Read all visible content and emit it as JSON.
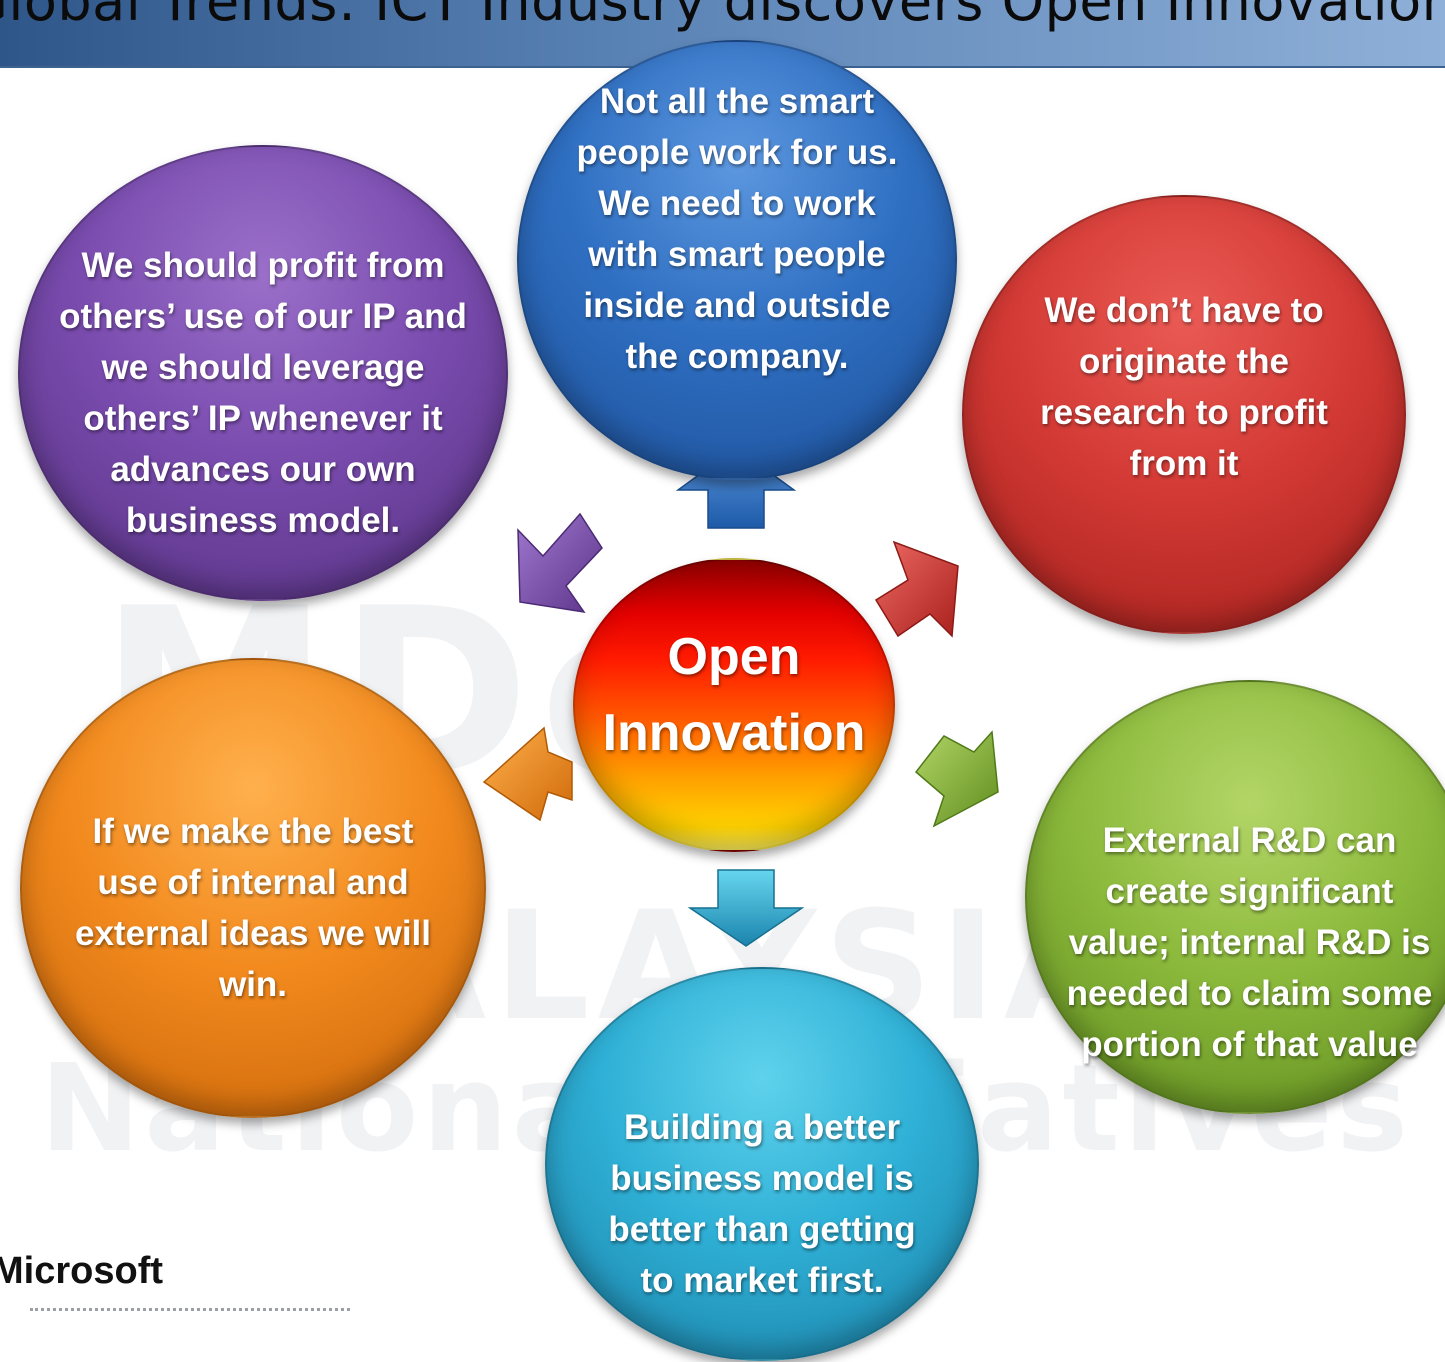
{
  "header": {
    "title": "Global Trends: ICT Industry discovers Open Innovation"
  },
  "watermark": {
    "big": "MDeC",
    "mid": "ALAYSIA",
    "sub": "National Initiatives"
  },
  "center": {
    "label_line1": "Open",
    "label_line2": "Innovation"
  },
  "principles": {
    "top": "Not all the smart people work for us. We need to work with smart people inside and outside the company.",
    "left": "We should profit from others’ use of our IP and we should leverage others’ IP whenever it advances our own business model.",
    "right": "We don’t have to originate the research to profit from it",
    "orange": "If we make the best use of internal and external ideas we will win.",
    "green": "External R&D can create significant value; internal R&D is needed to claim some portion of that value",
    "bottom": "Building a better business model is better  than getting to market first."
  },
  "footer": {
    "source": "Microsoft"
  },
  "colors": {
    "blue": "#2f6fc2",
    "purple": "#7a4caf",
    "red": "#d43a35",
    "orange": "#f28a1e",
    "green": "#8cba3c",
    "cyan": "#2fb0d6"
  }
}
